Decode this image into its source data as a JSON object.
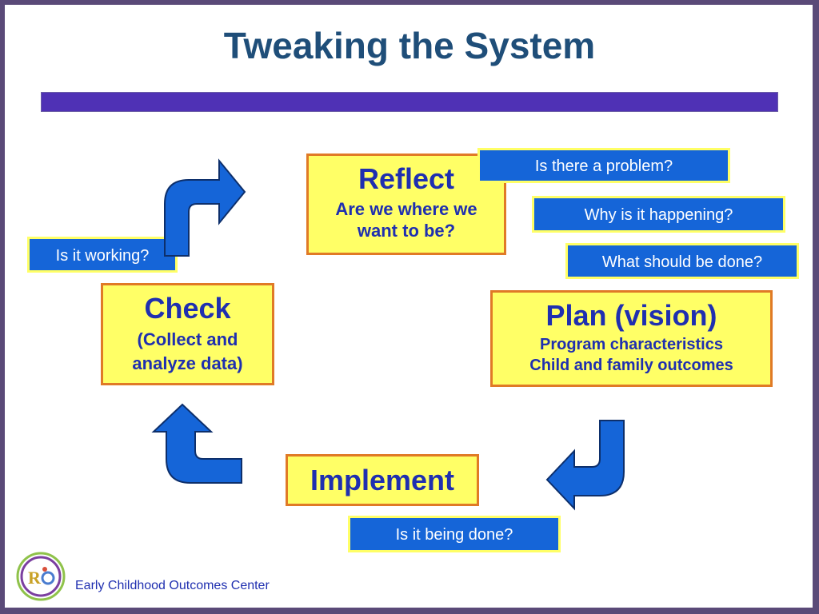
{
  "title": "Tweaking the System",
  "stages": {
    "reflect": {
      "name": "Reflect",
      "sub": "Are we where we want to be?"
    },
    "check": {
      "name": "Check",
      "sub": "(Collect and analyze data)"
    },
    "plan": {
      "name": "Plan (vision)",
      "sub1": "Program characteristics",
      "sub2": "Child and family outcomes"
    },
    "implement": {
      "name": "Implement"
    }
  },
  "questions": {
    "problem": "Is there a problem?",
    "why": "Why is it happening?",
    "what": "What should be done?",
    "working": "Is it working?",
    "being_done": "Is it being done?"
  },
  "footer": {
    "org": "Early Childhood Outcomes Center"
  },
  "colors": {
    "stage_fill": "#ffff66",
    "stage_border": "#e07a26",
    "stage_text": "#1f2fb0",
    "question_fill": "#1565d8",
    "question_border": "#ffff66",
    "arrow_fill": "#1565d8",
    "title_text": "#1f4e79",
    "title_bar": "#4f31b5"
  }
}
